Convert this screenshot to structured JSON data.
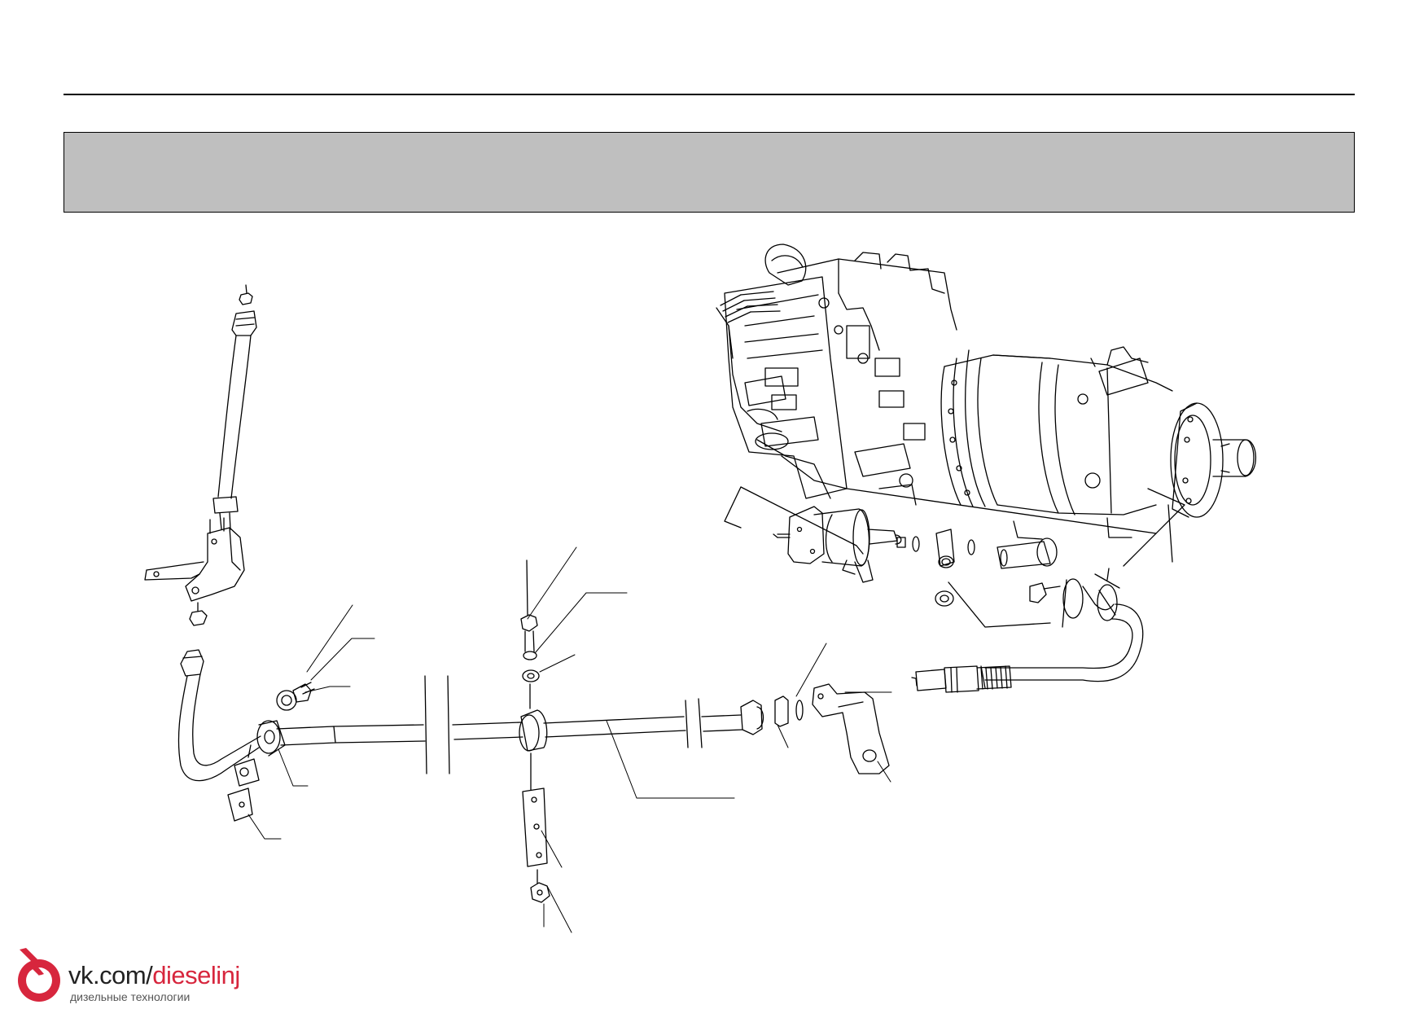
{
  "page": {
    "header_band_text": "",
    "colors": {
      "line": "#000000",
      "band": "#bfbfbf",
      "accent": "#d7263d"
    }
  },
  "watermark": {
    "prefix": "vk.com/",
    "name": "dieselinj",
    "subtitle": "дизельные технологии",
    "icon": "fuel-injector-icon"
  }
}
